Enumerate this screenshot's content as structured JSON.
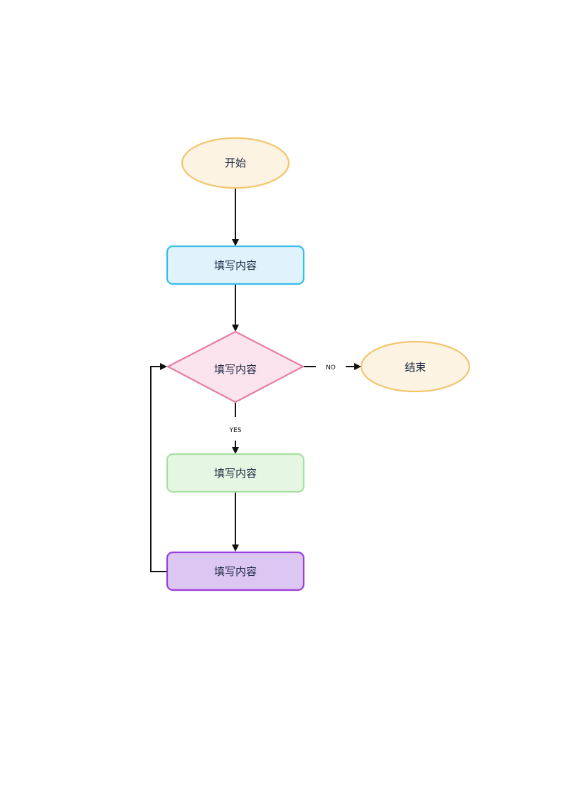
{
  "nodes": {
    "start": {
      "label": "开始",
      "shape": "ellipse",
      "fill": "#fdf3e2",
      "stroke": "#f2c66f"
    },
    "step1": {
      "label": "填写内容",
      "shape": "rounded-rect",
      "fill": "#e0f2fc",
      "stroke": "#37bde8"
    },
    "decision": {
      "label": "填写内容",
      "shape": "diamond",
      "fill": "#fbe4ee",
      "stroke": "#e57da6"
    },
    "end": {
      "label": "结束",
      "shape": "ellipse",
      "fill": "#fdf3e2",
      "stroke": "#f2c66f"
    },
    "step2": {
      "label": "填写内容",
      "shape": "rounded-rect",
      "fill": "#e5f6e3",
      "stroke": "#a8e0a1"
    },
    "step3": {
      "label": "填写内容",
      "shape": "rounded-rect",
      "fill": "#dcc6f2",
      "stroke": "#9b3fdc"
    }
  },
  "edges": {
    "no_label": "NO",
    "yes_label": "YES"
  },
  "colors": {
    "edge": "#111111"
  }
}
